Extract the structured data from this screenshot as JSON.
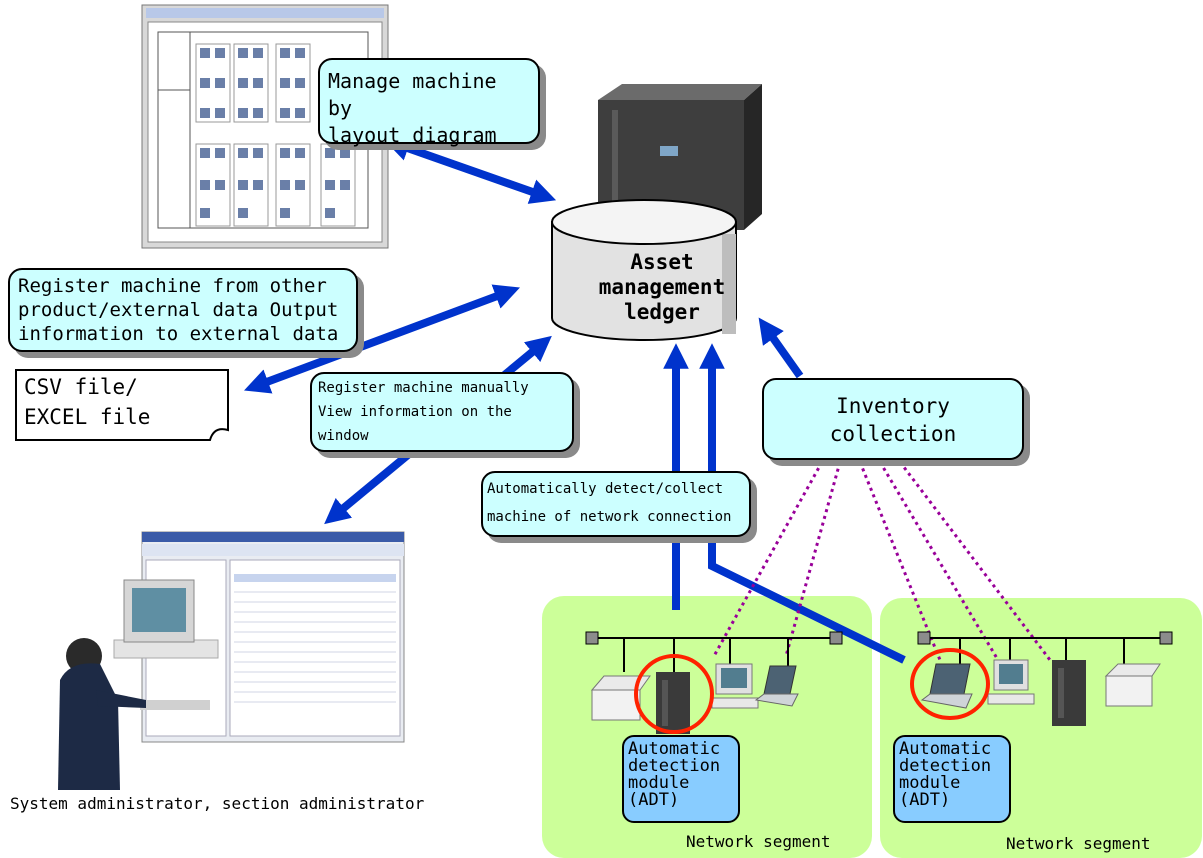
{
  "callouts": {
    "layout_diagram": "Manage machine by\nlayout diagram",
    "register_external": "Register machine from other\nproduct/external data Output\ninformation to external data",
    "register_manual": "Register machine manually\nView information on the\nwindow",
    "auto_detect": "Automatically detect/collect\nmachine of network connection",
    "inventory": "Inventory\ncollection"
  },
  "database_label": "Asset\nmanagement\nledger",
  "csv_file": "CSV file/\nEXCEL file",
  "admin_caption": "System administrator, section administrator",
  "segments": [
    {
      "label": "Network segment",
      "adt_label": "Automatic\ndetection\nmodule\n(ADT)"
    },
    {
      "label": "Network segment",
      "adt_label": "Automatic\ndetection\nmodule\n(ADT)"
    }
  ],
  "colors": {
    "arrow": "#0033cc",
    "callout_fill": "#ccffff",
    "segment_fill": "#ccff99",
    "adt_fill": "#88ccff",
    "dotted_line": "#990099",
    "highlight_circle": "#ff2200"
  },
  "icons": [
    "floor-layout-screenshot-icon",
    "server-tower-icon",
    "database-cylinder-icon",
    "admin-at-computer-icon",
    "management-window-screenshot-icon",
    "printer-icon",
    "desktop-pc-icon",
    "laptop-icon"
  ]
}
